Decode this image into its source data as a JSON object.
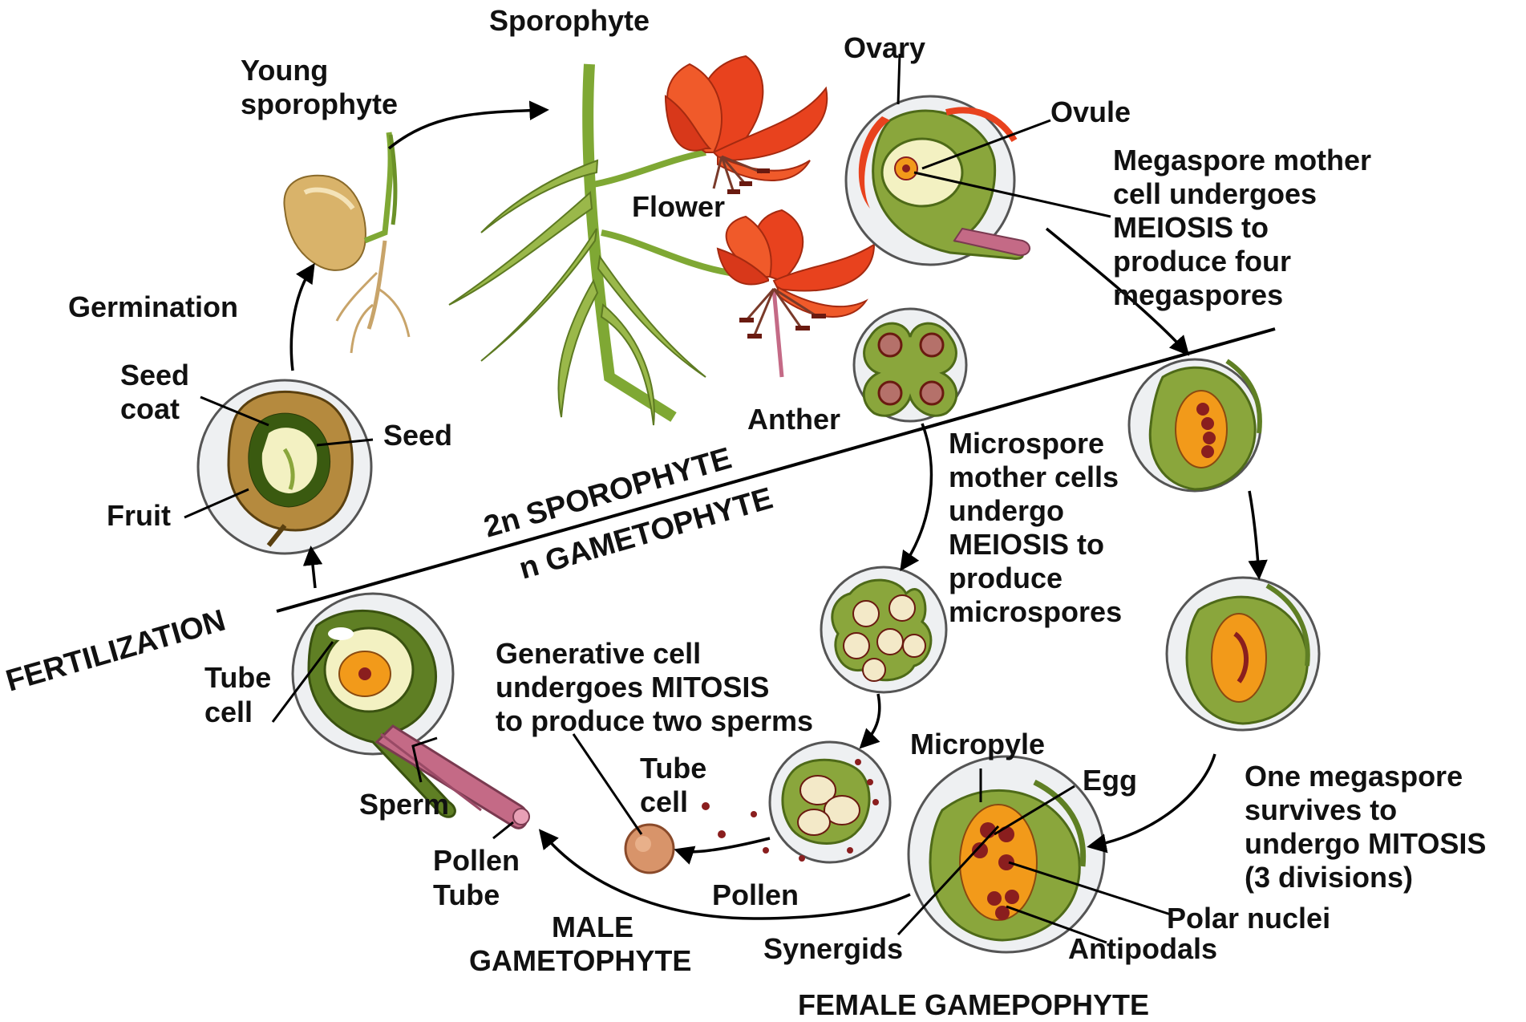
{
  "labels": {
    "sporophyte": "Sporophyte",
    "young_sporophyte_1": "Young",
    "young_sporophyte_2": "sporophyte",
    "ovary": "Ovary",
    "ovule": "Ovule",
    "flower": "Flower",
    "anther": "Anther",
    "germination": "Germination",
    "seed_coat_1": "Seed",
    "seed_coat_2": "coat",
    "seed": "Seed",
    "fruit": "Fruit",
    "fertilization": "FERTILIZATION",
    "tube_cell_left_1": "Tube",
    "tube_cell_left_2": "cell",
    "sperm": "Sperm",
    "pollen_tube_1": "Pollen",
    "pollen_tube_2": "Tube",
    "male_gametophyte_1": "MALE",
    "male_gametophyte_2": "GAMETOPHYTE",
    "tube_cell_mid_1": "Tube",
    "tube_cell_mid_2": "cell",
    "pollen": "Pollen",
    "micropyle": "Micropyle",
    "egg": "Egg",
    "synergids": "Synergids",
    "antipodals": "Antipodals",
    "polar_nuclei": "Polar nuclei",
    "female_gametophyte": "FEMALE GAMEPOPHYTE",
    "sporophyte_2n": "2n SPOROPHYTE",
    "gametophyte_n": "n GAMETOPHYTE"
  },
  "notes": {
    "megaspore": [
      "Megaspore mother",
      "cell undergoes",
      "MEIOSIS to",
      "produce four",
      "megaspores"
    ],
    "microspore": [
      "Microspore",
      "mother cells",
      "undergo",
      "MEIOSIS to",
      "produce",
      "microspores"
    ],
    "generative": [
      "Generative cell",
      "undergoes MITOSIS",
      "to produce two sperms"
    ],
    "one_megaspore": [
      "One megaspore",
      "survives to",
      "undergo MITOSIS",
      "(3 divisions)"
    ]
  },
  "colors": {
    "petal": "#e8421e",
    "stem": "#7fa834",
    "leaf_green": "#8aa63c",
    "ovule_green": "#5f7f24",
    "sac_orange": "#f29a1a",
    "nucleus": "#8a1e1e",
    "pistil_pink": "#c46a86",
    "seed_tan": "#c89a4e",
    "bubble": "#eef0f2"
  }
}
